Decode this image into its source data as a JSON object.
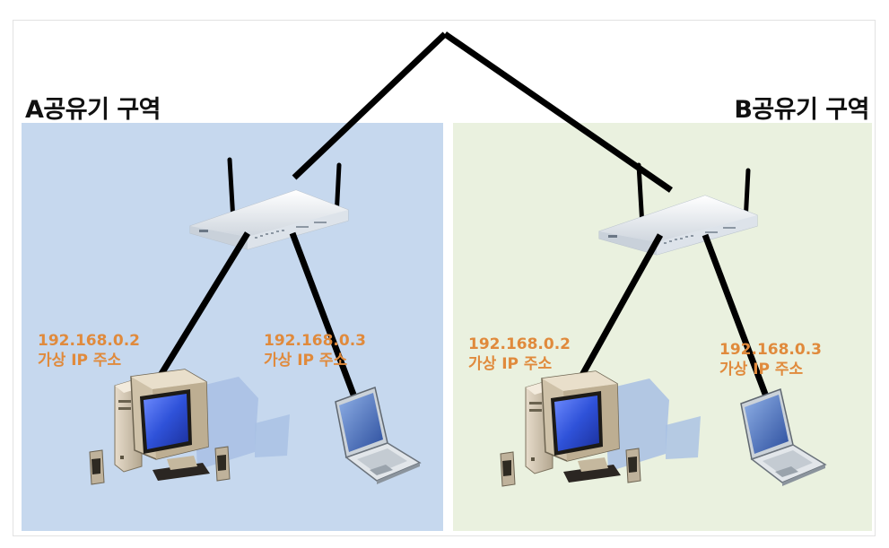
{
  "zones": {
    "a": {
      "title": "A공유기 구역",
      "background": "#c6d8ee",
      "devices": [
        {
          "ip": "192.168.0.2",
          "label": "가상 IP 주소",
          "type": "desktop"
        },
        {
          "ip": "192.168.0.3",
          "label": "가상 IP 주소",
          "type": "laptop"
        }
      ]
    },
    "b": {
      "title": "B공유기 구역",
      "background": "#eaf1df",
      "devices": [
        {
          "ip": "192.168.0.2",
          "label": "가상 IP 주소",
          "type": "desktop"
        },
        {
          "ip": "192.168.0.3",
          "label": "가상 IP 주소",
          "type": "laptop"
        }
      ]
    }
  },
  "colors": {
    "ip_text": "#e08a3c",
    "link_lines": "#000000"
  },
  "icons": [
    "wireless-router-icon",
    "desktop-computer-icon",
    "laptop-icon"
  ]
}
